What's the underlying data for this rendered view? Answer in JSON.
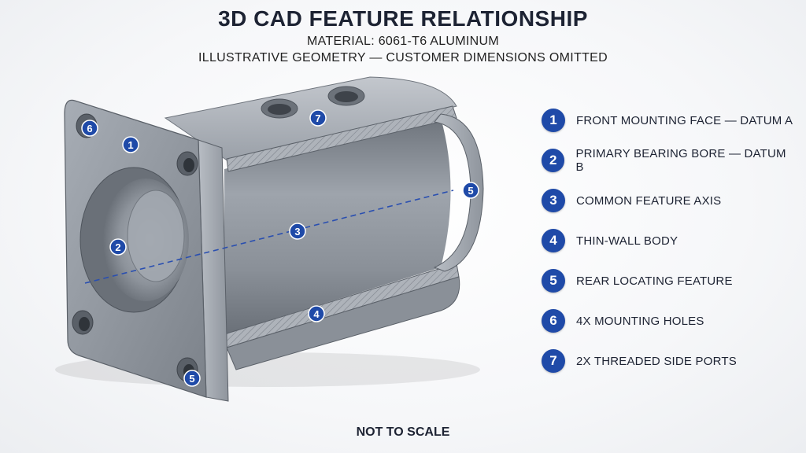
{
  "header": {
    "title": "3D CAD FEATURE RELATIONSHIP",
    "material": "MATERIAL: 6061-T6 ALUMINUM",
    "note": "ILLUSTRATIVE GEOMETRY — CUSTOMER DIMENSIONS OMITTED"
  },
  "legend": [
    {
      "num": "1",
      "label": "FRONT MOUNTING FACE — DATUM A"
    },
    {
      "num": "2",
      "label": "PRIMARY BEARING BORE — DATUM B"
    },
    {
      "num": "3",
      "label": "COMMON FEATURE AXIS"
    },
    {
      "num": "4",
      "label": "THIN-WALL BODY"
    },
    {
      "num": "5",
      "label": "REAR LOCATING FEATURE"
    },
    {
      "num": "6",
      "label": "4X MOUNTING HOLES"
    },
    {
      "num": "7",
      "label": "2X THREADED SIDE PORTS"
    }
  ],
  "callouts": {
    "c1": "1",
    "c2": "2",
    "c3": "3",
    "c4": "4",
    "c5a": "5",
    "c5b": "5",
    "c6": "6",
    "c7": "7"
  },
  "footer": "NOT TO SCALE",
  "colors": {
    "callout_blue": "#1f4aa8",
    "metal": "#8c929b",
    "axis_dash": "#2a4fb0"
  }
}
